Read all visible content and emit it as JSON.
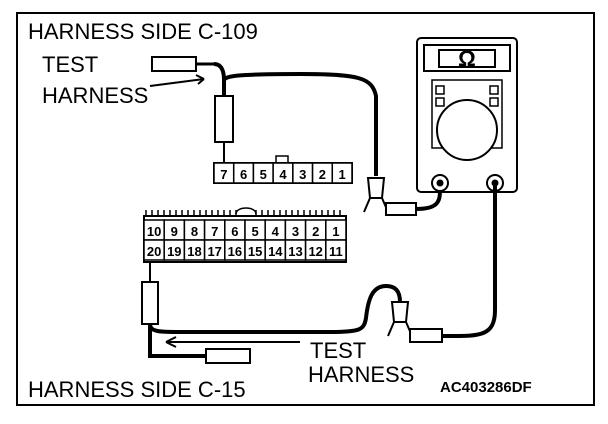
{
  "labels": {
    "top_connector": "HARNESS SIDE C-109",
    "bottom_connector": "HARNESS SIDE C-15",
    "test_harness_top_line1": "TEST",
    "test_harness_top_line2": "HARNESS",
    "test_harness_bottom_line1": "TEST",
    "test_harness_bottom_line2": "HARNESS",
    "figure_code": "AC403286DF"
  },
  "meter": {
    "symbol": "Ω",
    "icon": "ohmmeter-icon"
  },
  "connector_c109": {
    "pins": [
      "7",
      "6",
      "5",
      "4",
      "3",
      "2",
      "1"
    ]
  },
  "connector_c15": {
    "row_top": [
      "10",
      "9",
      "8",
      "7",
      "6",
      "5",
      "4",
      "3",
      "2",
      "1"
    ],
    "row_bottom": [
      "20",
      "19",
      "18",
      "17",
      "16",
      "15",
      "14",
      "13",
      "12",
      "11"
    ]
  },
  "colors": {
    "line": "#000000",
    "background": "#ffffff"
  }
}
